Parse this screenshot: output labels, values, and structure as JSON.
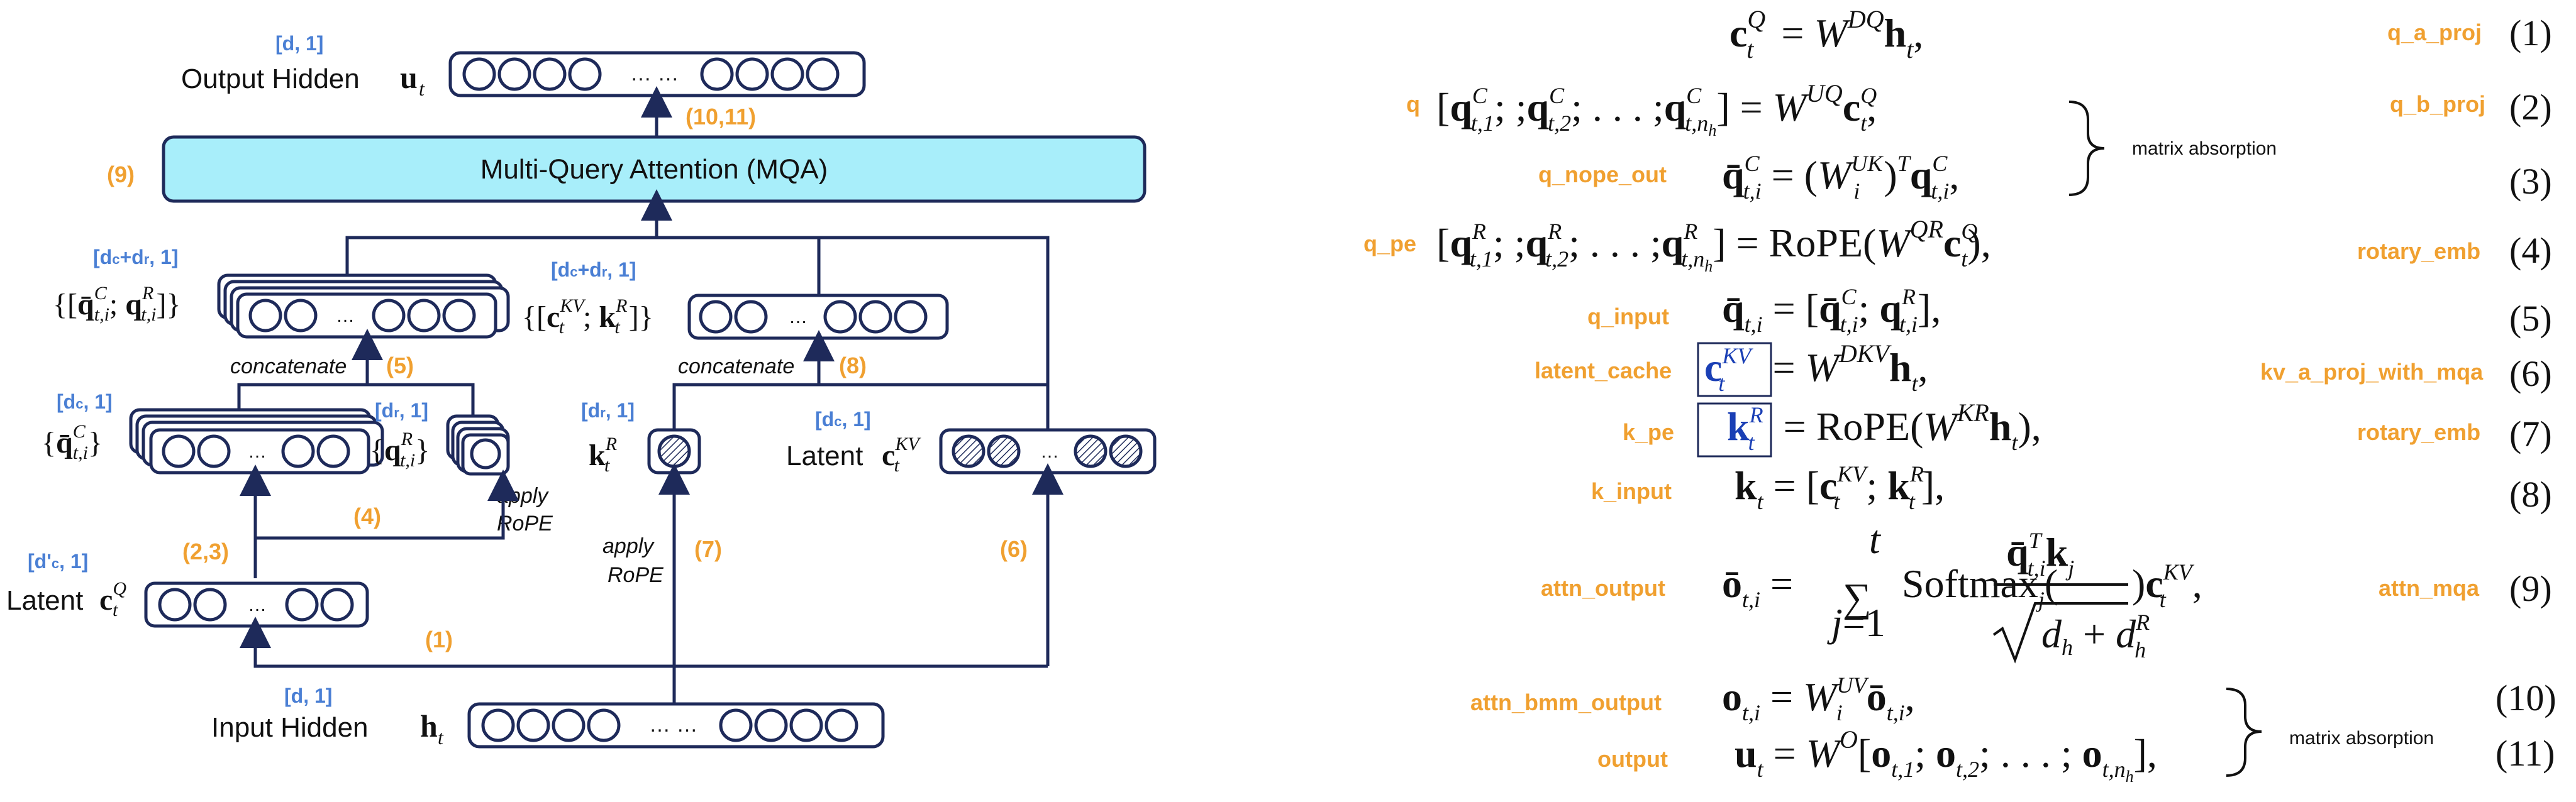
{
  "diagram": {
    "output_hidden": {
      "label": "Output Hidden",
      "var": "u",
      "sub": "t",
      "dim": "[d, 1]"
    },
    "mqa": {
      "label": "Multi-Query Attention (MQA)",
      "step": "(9)",
      "arrow_step": "(10,11)"
    },
    "q_concat": {
      "var": "{[q̄",
      "dim": "[dc+dr, 1]",
      "caption": "concatenate",
      "step": "(5)"
    },
    "kv_concat": {
      "dim": "[dc+dr, 1]",
      "caption": "concatenate",
      "step": "(8)"
    },
    "q_c": {
      "dim": "[dc, 1]"
    },
    "q_r": {
      "dim": "[dr, 1]",
      "apply": "apply",
      "rope": "RoPE"
    },
    "k_r": {
      "dim": "[dr, 1]",
      "apply": "apply",
      "rope": "RoPE",
      "step": "(7)"
    },
    "latent_kv": {
      "label": "Latent",
      "dim": "[dc, 1]",
      "step": "(6)"
    },
    "latent_q": {
      "label": "Latent",
      "dim": "[d'c, 1]",
      "step": "(2,3)",
      "step4": "(4)"
    },
    "input_hidden": {
      "label": "Input Hidden",
      "var": "h",
      "sub": "t",
      "dim": "[d, 1]",
      "step": "(1)"
    },
    "ellipsis": "…",
    "ellipsis2": "… …"
  },
  "equations": {
    "tags": {
      "q": "q",
      "q_nope_out": "q_nope_out",
      "q_pe": "q_pe",
      "q_input": "q_input",
      "latent_cache": "latent_cache",
      "k_pe": "k_pe",
      "k_input": "k_input",
      "attn_output": "attn_output",
      "attn_bmm_output": "attn_bmm_output",
      "output": "output"
    },
    "right_tags": {
      "q_a_proj": "q_a_proj",
      "q_b_proj": "q_b_proj",
      "rotary_emb_1": "rotary_emb",
      "kv_a_proj_with_mqa": "kv_a_proj_with_mqa",
      "rotary_emb_2": "rotary_emb",
      "attn_mqa": "attn_mqa"
    },
    "numbers": [
      "(1)",
      "(2)",
      "(3)",
      "(4)",
      "(5)",
      "(6)",
      "(7)",
      "(8)",
      "(9)",
      "(10)",
      "(11)"
    ],
    "brace_label_1": "matrix absorption",
    "brace_label_2": "matrix absorption",
    "text": {
      "softmax": "Softmax",
      "rope": "RoPE",
      "eq": "="
    }
  },
  "colors": {
    "line": "#1e2a5a",
    "mqa_fill": "#a8eefa",
    "orange": "#f0a030",
    "blue_dim": "#4a7fd4",
    "latent_blue": "#1a3fb5"
  }
}
